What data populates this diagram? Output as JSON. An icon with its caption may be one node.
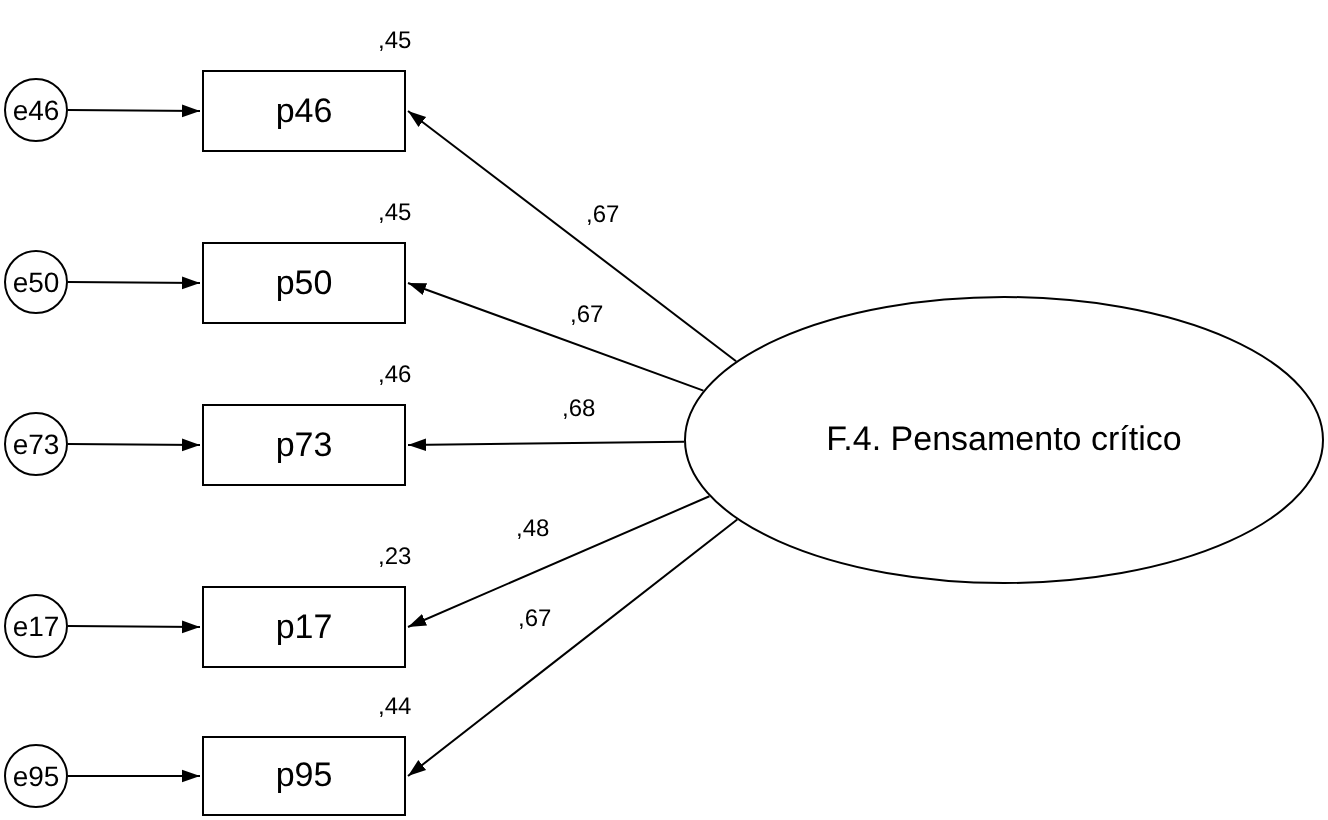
{
  "diagram": {
    "nodes": [
      {
        "text": [
          "e46"
        ]
      },
      {
        "text": [
          "p46"
        ],
        "beside": [
          ",45"
        ]
      },
      {
        "text": [
          "e50"
        ]
      },
      {
        "text": [
          "p50"
        ],
        "beside": [
          ",45"
        ]
      },
      {
        "text": [
          "e73"
        ]
      },
      {
        "text": [
          "p73"
        ],
        "beside": [
          ",46"
        ]
      },
      {
        "text": [
          "e17"
        ]
      },
      {
        "text": [
          "p17"
        ],
        "beside": [
          ",23"
        ]
      },
      {
        "text": [
          "e95"
        ]
      },
      {
        "text": [
          "p95"
        ],
        "beside": [
          ",44"
        ]
      },
      {
        "text": [
          "F.4. Pensamento crítico"
        ]
      }
    ],
    "edges": [
      {
        "from": 0,
        "to": 1,
        "arrow": "to"
      },
      {
        "from": 2,
        "to": 3,
        "arrow": "to"
      },
      {
        "from": 4,
        "to": 5,
        "arrow": "to"
      },
      {
        "from": 6,
        "to": 7,
        "arrow": "to"
      },
      {
        "from": 8,
        "to": 9,
        "arrow": "to"
      },
      {
        "from": 10,
        "to": 1,
        "arrow": "to",
        "label": ",67"
      },
      {
        "from": 10,
        "to": 3,
        "arrow": "to",
        "label": ",67"
      },
      {
        "from": 10,
        "to": 5,
        "arrow": "to",
        "label": ",68"
      },
      {
        "from": 10,
        "to": 7,
        "arrow": "to",
        "label": ",48"
      },
      {
        "from": 10,
        "to": 9,
        "arrow": "to",
        "label": ",67"
      }
    ]
  }
}
